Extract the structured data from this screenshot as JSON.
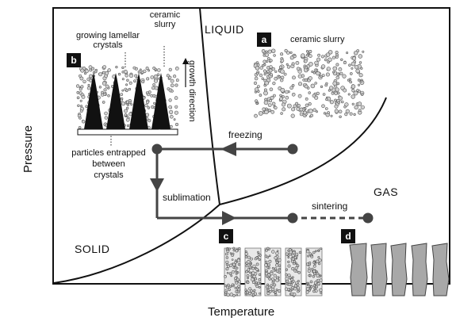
{
  "regions": {
    "liquid": "LIQUID",
    "solid": "SOLID",
    "gas": "GAS"
  },
  "axes": {
    "x_label": "Temperature",
    "y_label": "Pressure"
  },
  "panels": {
    "a": {
      "badge": "a",
      "caption": "ceramic slurry"
    },
    "b": {
      "badge": "b",
      "growing_line1": "growing lamellar",
      "growing_line2": "crystals",
      "ceramic_line1": "ceramic",
      "ceramic_line2": "slurry",
      "growth": "growth direction",
      "particles_line1": "particles entrapped",
      "particles_line2": "between",
      "particles_line3": "crystals"
    },
    "c": {
      "badge": "c"
    },
    "d": {
      "badge": "d"
    }
  },
  "process": {
    "freezing": "freezing",
    "sublimation": "sublimation",
    "sintering": "sintering"
  },
  "colors": {
    "line": "#111111",
    "process_path": "#444444",
    "particle_fill": "#d0d0d0",
    "particle_stroke": "#555555",
    "sintered_fill": "#a8a8a8"
  }
}
